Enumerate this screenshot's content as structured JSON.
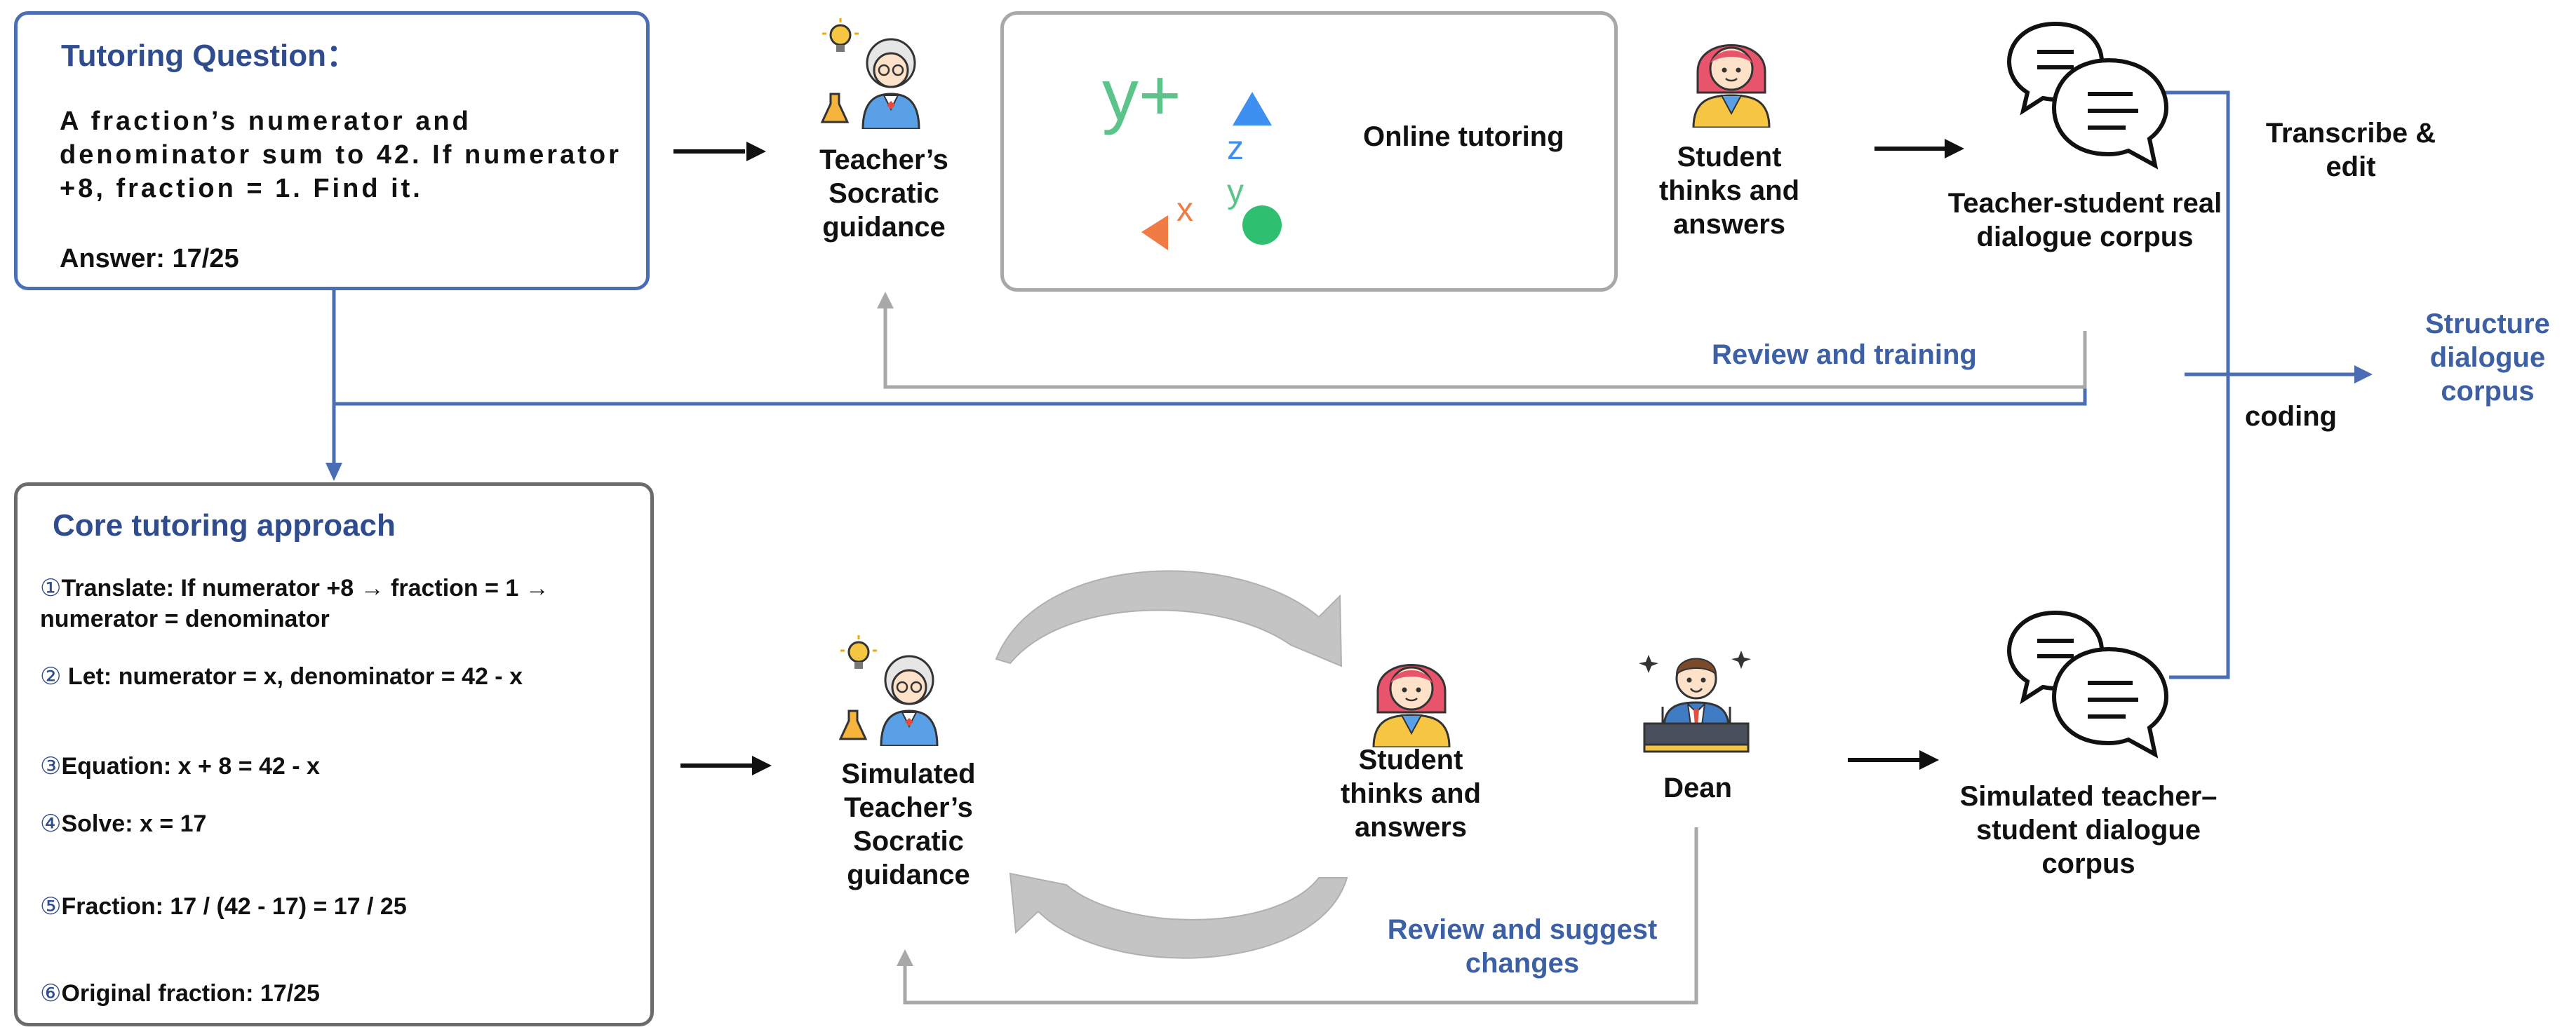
{
  "tutoring_question": {
    "title": "Tutoring Question：",
    "text": "A fraction’s numerator and denominator sum to 42. If numerator +8, fraction = 1. Find it.",
    "answer": "Answer: 17/25"
  },
  "core_approach": {
    "title": "Core tutoring approach",
    "steps": [
      {
        "num": "①",
        "text": "Translate: If numerator +8 → fraction = 1 → numerator = denominator"
      },
      {
        "num": "②",
        "text": " Let: numerator = x, denominator = 42 - x"
      },
      {
        "num": "③",
        "text": "Equation: x + 8 = 42 - x"
      },
      {
        "num": "④",
        "text": "Solve: x = 17"
      },
      {
        "num": "⑤",
        "text": "Fraction: 17 / (42 - 17) = 17 / 25"
      },
      {
        "num": "⑥",
        "text": "Original fraction: 17/25"
      }
    ]
  },
  "top_flow": {
    "teacher": "Teacher’s Socratic guidance",
    "online": "Online tutoring",
    "online_symbols": {
      "y_plus": "y+",
      "z": "z",
      "x": "x",
      "y": "y"
    },
    "student": "Student thinks and answers",
    "corpus": "Teacher-student real dialogue corpus",
    "transcribe": "Transcribe & edit",
    "review_training": "Review and training"
  },
  "bottom_flow": {
    "teacher": "Simulated Teacher’s Socratic guidance",
    "student": "Student thinks and answers",
    "dean": "Dean",
    "review_suggest": "Review and suggest changes",
    "corpus": "Simulated teacher–student dialogue corpus"
  },
  "output": {
    "coding": "coding",
    "structure": "Structure dialogue corpus"
  },
  "colors": {
    "accent_blue": "#4a6db3",
    "title_blue": "#2f4d8e",
    "gray_arrow": "#a8a8a8",
    "box_gray": "#6b6b6b"
  },
  "icons": [
    "teacher-icon",
    "student-icon",
    "dean-icon",
    "chat-bubbles-icon",
    "lightbulb-icon",
    "flask-icon",
    "math-symbols-icon"
  ]
}
